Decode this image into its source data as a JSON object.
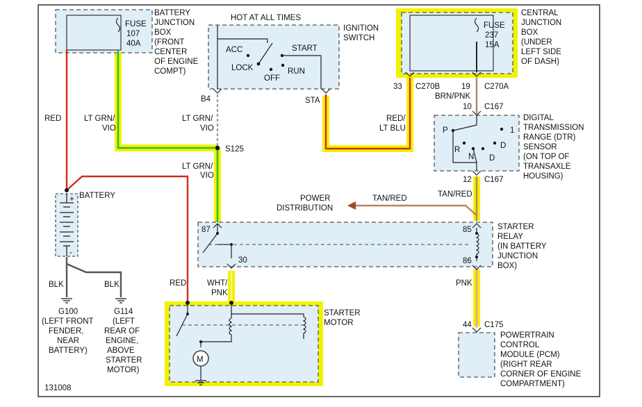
{
  "battery_jbox": {
    "fuse_label": "FUSE",
    "fuse_num": "107",
    "fuse_amp": "40A",
    "title": [
      "BATTERY",
      "JUNCTION",
      "BOX",
      "(FRONT",
      "CENTER",
      "OF ENGINE",
      "COMPT)"
    ]
  },
  "ignition": {
    "header": "HOT AT ALL TIMES",
    "title": [
      "IGNITION",
      "SWITCH"
    ],
    "acc": "ACC",
    "lock": "LOCK",
    "off": "OFF",
    "start": "START",
    "run": "RUN",
    "b4": "B4",
    "sta": "STA"
  },
  "central_jbox": {
    "fuse_label": "FUSE",
    "fuse_num": "237",
    "fuse_amp": "15A",
    "title": [
      "CENTRAL",
      "JUNCTION",
      "BOX",
      "(UNDER",
      "LEFT SIDE",
      "OF DASH)"
    ],
    "pin33": "33",
    "c270b": "C270B",
    "pin19": "19",
    "c270a": "C270A"
  },
  "dtr": {
    "title": [
      "DIGITAL",
      "TRANSMISSION",
      "RANGE (DTR)",
      "SENSOR",
      "(ON TOP OF",
      "TRANSAXLE",
      "HOUSING)"
    ],
    "p": "P",
    "r": "R",
    "n": "N",
    "d_upper": "D",
    "d_lower": "D",
    "one": "1",
    "pin10": "10",
    "pin12": "12",
    "c167_top": "C167",
    "c167_bot": "C167"
  },
  "wires": {
    "red_left": "RED",
    "lt_grn_vio_1": [
      "LT GRN/",
      "VIO"
    ],
    "lt_grn_vio_2": [
      "LT GRN/",
      "VIO"
    ],
    "lt_grn_vio_3": [
      "LT GRN/",
      "VIO"
    ],
    "s125": "S125",
    "red_lt_blu": [
      "RED/",
      "LT BLU"
    ],
    "brn_pnk": "BRN/PNK",
    "tan_red_1": "TAN/RED",
    "tan_red_2": "TAN/RED",
    "red_lower": "RED",
    "wht_pnk": [
      "WHT/",
      "PNK"
    ],
    "pnk": "PNK",
    "blk_1": "BLK",
    "blk_2": "BLK"
  },
  "power_dist": [
    "POWER",
    "DISTRIBUTION"
  ],
  "battery": {
    "title": "BATTERY",
    "plus": "+",
    "minus": "-"
  },
  "relay": {
    "title": [
      "STARTER",
      "RELAY",
      "(IN BATTERY",
      "JUNCTION",
      "BOX)"
    ],
    "pin87": "87",
    "pin85": "85",
    "pin86": "86",
    "pin30": "30"
  },
  "starter": {
    "title": [
      "STARTER",
      "MOTOR"
    ],
    "motor": "M"
  },
  "grounds": {
    "g100": [
      "G100",
      "(LEFT FRONT",
      "FENDER,",
      "NEAR",
      "BATTERY)"
    ],
    "g114": [
      "G114",
      "(LEFT",
      "REAR OF",
      "ENGINE,",
      "ABOVE",
      "STARTER",
      "MOTOR)"
    ]
  },
  "pcm": {
    "pin44": "44",
    "c175": "C175",
    "title": [
      "POWERTRAIN",
      "CONTROL",
      "MODULE (PCM)",
      "(RIGHT REAR",
      "CORNER OF ENGINE",
      "COMPARTMENT)"
    ]
  },
  "figure_id": "131008",
  "colors": {
    "red": "#d42b1e",
    "green": "#2cbf2c",
    "yellow": "#f2f200",
    "black": "#555555",
    "brown": "#b5855e",
    "pink": "#f29aa9",
    "box": "#dfeef7"
  }
}
